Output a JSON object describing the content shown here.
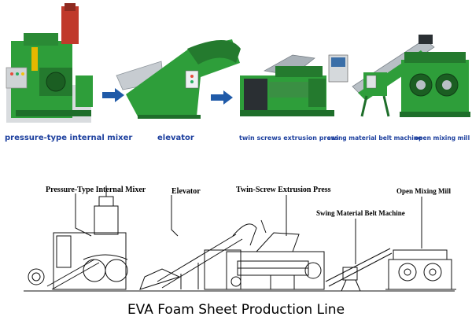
{
  "photo_labels": {
    "mixer": "pressure-type internal mixer",
    "elevator": "elevator",
    "press": "twin screws extrusion press",
    "belt": "swing material belt machine",
    "mill": "open mixing mill"
  },
  "drawing_labels": {
    "mixer": "Pressure-Type Internal Mixer",
    "elevator": "Elevator",
    "press": "Twin-Screw Extrusion Press",
    "belt": "Swing Material Belt Machine",
    "mill": "Open Mixing Mill"
  },
  "caption": "EVA Foam Sheet Production Line",
  "colors": {
    "machine_green": "#2e9e3a",
    "machine_dark_green": "#1e6e2a",
    "arrow_blue": "#1f5aa8",
    "label_blue": "#1c3f9e",
    "steel": "#9aa4ad"
  }
}
